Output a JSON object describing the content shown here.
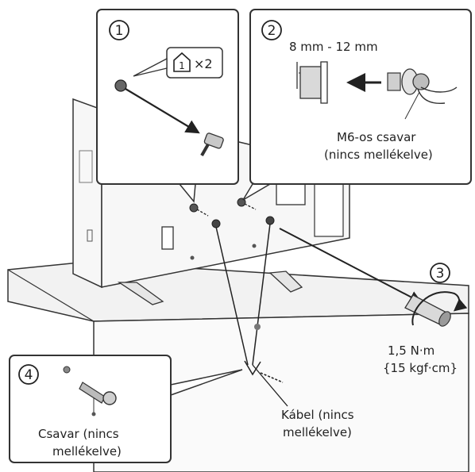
{
  "steps": {
    "step1": {
      "number": "1",
      "badge_count": "×2",
      "badge_icon": "house-icon"
    },
    "step2": {
      "number": "2",
      "dimension": "8 mm - 12 mm",
      "screw_line1": "M6-os csavar",
      "screw_line2": "(nincs mellékelve)"
    },
    "step3": {
      "number": "3",
      "torque_line1": "1,5 N·m",
      "torque_line2": "{15 kgf·cm}"
    },
    "step4": {
      "number": "4",
      "screw_line1": "Csavar (nincs",
      "screw_line2": "mellékelve)"
    }
  },
  "cable": {
    "line1": "Kábel (nincs",
    "line2": "mellékelve)"
  },
  "colors": {
    "line": "#222222",
    "panel_fill": "#ffffff",
    "shade": "#d9d9d9",
    "shade_dark": "#9a9a9a"
  }
}
